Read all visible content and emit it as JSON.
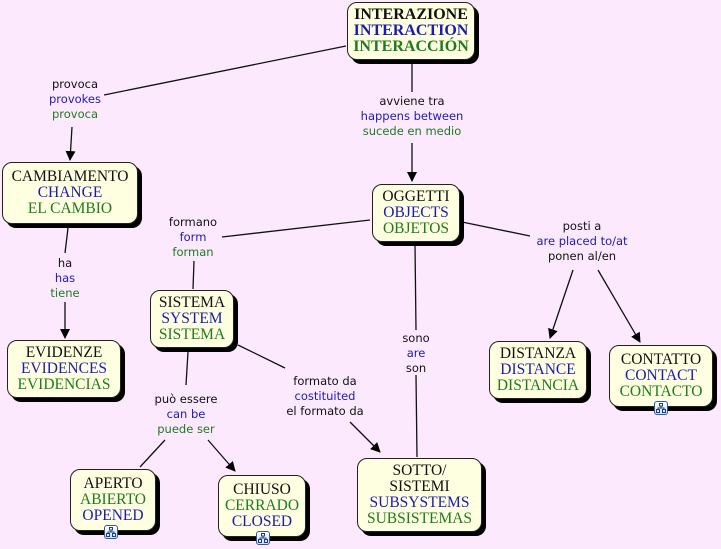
{
  "colors": {
    "background": "#fde9fd",
    "node_fill": "#fefee0",
    "italian": "#111111",
    "english": "#1b1bb4",
    "spanish": "#1e7b1e"
  },
  "concepts": {
    "interazione": {
      "lines": [
        "INTERAZIONE",
        "INTERACTION",
        "INTERACCIÓN"
      ],
      "colors": [
        "black",
        "blue",
        "green"
      ]
    },
    "cambiamento": {
      "lines": [
        "CAMBIAMENTO",
        "CHANGE",
        "EL CAMBIO"
      ],
      "colors": [
        "black",
        "blue",
        "green"
      ]
    },
    "oggetti": {
      "lines": [
        "OGGETTI",
        "OBJECTS",
        "OBJETOS"
      ],
      "colors": [
        "black",
        "blue",
        "green"
      ]
    },
    "evidenze": {
      "lines": [
        "EVIDENZE",
        "EVIDENCES",
        "EVIDENCIAS"
      ],
      "colors": [
        "black",
        "blue",
        "green"
      ]
    },
    "sistema": {
      "lines": [
        "SISTEMA",
        "SYSTEM",
        "SISTEMA"
      ],
      "colors": [
        "black",
        "blue",
        "green"
      ]
    },
    "distanza": {
      "lines": [
        "DISTANZA",
        "DISTANCE",
        "DISTANCIA"
      ],
      "colors": [
        "black",
        "blue",
        "green"
      ]
    },
    "contatto": {
      "lines": [
        "CONTATTO",
        "CONTACT",
        "CONTACTO"
      ],
      "colors": [
        "black",
        "blue",
        "green"
      ],
      "submap_icon": "concept-map-icon"
    },
    "aperto": {
      "lines": [
        "APERTO",
        "ABIERTO",
        "OPENED"
      ],
      "colors": [
        "black",
        "green",
        "blue"
      ],
      "submap_icon": "concept-map-icon"
    },
    "chiuso": {
      "lines": [
        "CHIUSO",
        "CERRADO",
        "CLOSED"
      ],
      "colors": [
        "black",
        "green",
        "blue"
      ],
      "submap_icon": "concept-map-icon"
    },
    "sottosistemi": {
      "lines": [
        "SOTTO/",
        "SISTEMI",
        "SUBSYSTEMS",
        "SUBSISTEMAS"
      ],
      "colors": [
        "black",
        "black",
        "blue",
        "green"
      ]
    }
  },
  "linking_phrases": {
    "provoca": {
      "lines": [
        "provoca",
        "provokes",
        "provoca"
      ],
      "colors": [
        "black",
        "blue",
        "green"
      ]
    },
    "avviene_tra": {
      "lines": [
        "avviene tra",
        "happens between",
        "sucede en medio"
      ],
      "colors": [
        "black",
        "blue",
        "green"
      ]
    },
    "ha": {
      "lines": [
        "ha",
        "has",
        "tiene"
      ],
      "colors": [
        "black",
        "blue",
        "green"
      ]
    },
    "formano": {
      "lines": [
        "formano",
        "form",
        "forman"
      ],
      "colors": [
        "black",
        "blue",
        "green"
      ]
    },
    "posti_a": {
      "lines": [
        "posti a",
        "are placed to/at",
        "ponen al/en"
      ],
      "colors": [
        "black",
        "blue",
        "black"
      ]
    },
    "sono": {
      "lines": [
        "sono",
        "are",
        "son"
      ],
      "colors": [
        "black",
        "blue",
        "black"
      ]
    },
    "formato_da": {
      "lines": [
        "formato da",
        "costituited",
        "el formato da"
      ],
      "colors": [
        "black",
        "blue",
        "black"
      ]
    },
    "puo_essere": {
      "lines": [
        "può essere",
        "can be",
        "puede ser"
      ],
      "colors": [
        "black",
        "blue",
        "green"
      ]
    }
  }
}
